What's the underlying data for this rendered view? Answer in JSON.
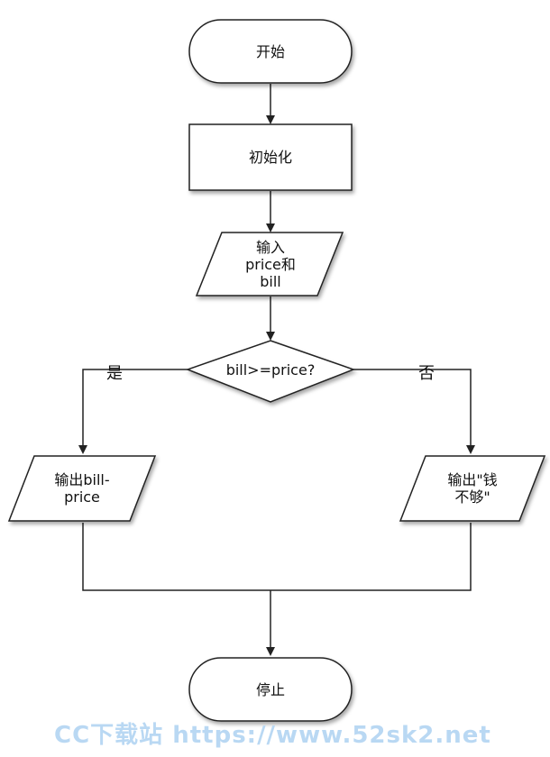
{
  "nodes": {
    "start": "开始",
    "init": "初始化",
    "input": "输入\nprice和\nbill",
    "decision": "bill>=price?",
    "output_left": "输出bill-\nprice",
    "output_right": "输出\"钱\n不够\"",
    "stop": "停止"
  },
  "branches": {
    "yes": "是",
    "no": "否"
  },
  "watermark": "CC下载站 https://www.52sk2.net",
  "colors": {
    "stroke": "#222222",
    "fill": "#ffffff",
    "watermark": "#b9d8f3"
  }
}
